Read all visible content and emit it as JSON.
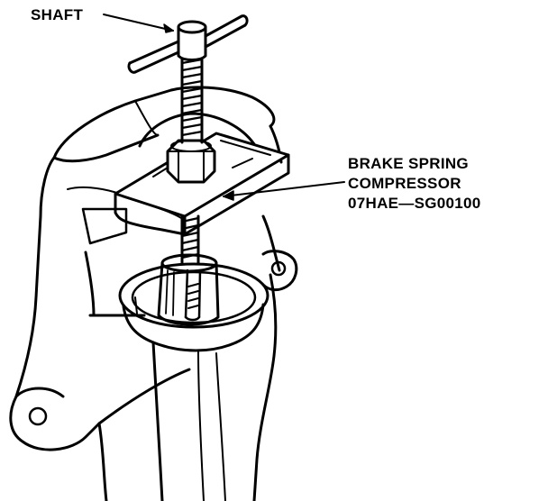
{
  "labels": {
    "shaft": "SHAFT",
    "tool": {
      "line1": "BRAKE SPRING",
      "line2": "COMPRESSOR",
      "line3": "07HAE—SG00100"
    }
  },
  "colors": {
    "ink": "#000000",
    "paper": "#ffffff"
  }
}
